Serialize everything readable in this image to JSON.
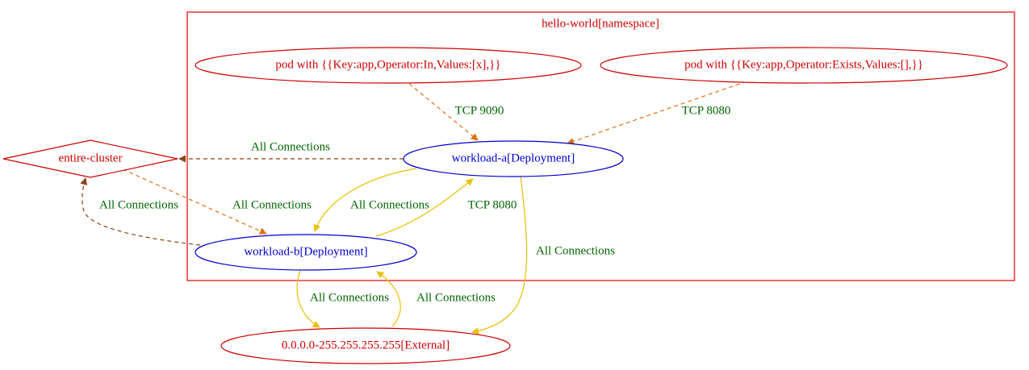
{
  "cluster": {
    "label": "hello-world[namespace]",
    "color": "#e00000"
  },
  "colors": {
    "internal_node": "#0000cc",
    "external_node": "#cc0000",
    "edge_label": "#006400",
    "edge_solid": "#e8c000",
    "edge_dashed_orange": "#e07010",
    "edge_dashed_brown": "#8b4513"
  },
  "nodes": {
    "pod_app_in_x": {
      "label": "pod with {{Key:app,Operator:In,Values:[x],}}",
      "shape": "ellipse"
    },
    "pod_app_exists": {
      "label": "pod with {{Key:app,Operator:Exists,Values:[],}}",
      "shape": "ellipse"
    },
    "entire_cluster": {
      "label": "entire-cluster",
      "shape": "diamond"
    },
    "workload_a": {
      "label": "workload-a[Deployment]",
      "shape": "ellipse"
    },
    "workload_b": {
      "label": "workload-b[Deployment]",
      "shape": "ellipse"
    },
    "external": {
      "label": "0.0.0.0-255.255.255.255[External]",
      "shape": "ellipse"
    }
  },
  "edges": {
    "pod_in_to_a": {
      "from": "pod_app_in_x",
      "to": "workload_a",
      "label": "TCP 9090",
      "style": "dashed"
    },
    "pod_exists_to_a": {
      "from": "pod_app_exists",
      "to": "workload_a",
      "label": "TCP 8080",
      "style": "dashed"
    },
    "a_to_cluster": {
      "from": "workload_a",
      "to": "entire_cluster",
      "label": "All Connections",
      "style": "dashed"
    },
    "cluster_to_b": {
      "from": "entire_cluster",
      "to": "workload_b",
      "label": "All Connections",
      "style": "dashed"
    },
    "b_to_cluster": {
      "from": "workload_b",
      "to": "entire_cluster",
      "label": "All Connections",
      "style": "dashed"
    },
    "a_to_b": {
      "from": "workload_a",
      "to": "workload_b",
      "label": "All Connections",
      "style": "solid"
    },
    "b_to_a": {
      "from": "workload_b",
      "to": "workload_a",
      "label": "TCP 8080",
      "style": "solid"
    },
    "a_to_external": {
      "from": "workload_a",
      "to": "external",
      "label": "All Connections",
      "style": "solid"
    },
    "b_to_external": {
      "from": "workload_b",
      "to": "external",
      "label": "All Connections",
      "style": "solid"
    },
    "external_to_b": {
      "from": "external",
      "to": "workload_b",
      "label": "All Connections",
      "style": "solid"
    }
  }
}
